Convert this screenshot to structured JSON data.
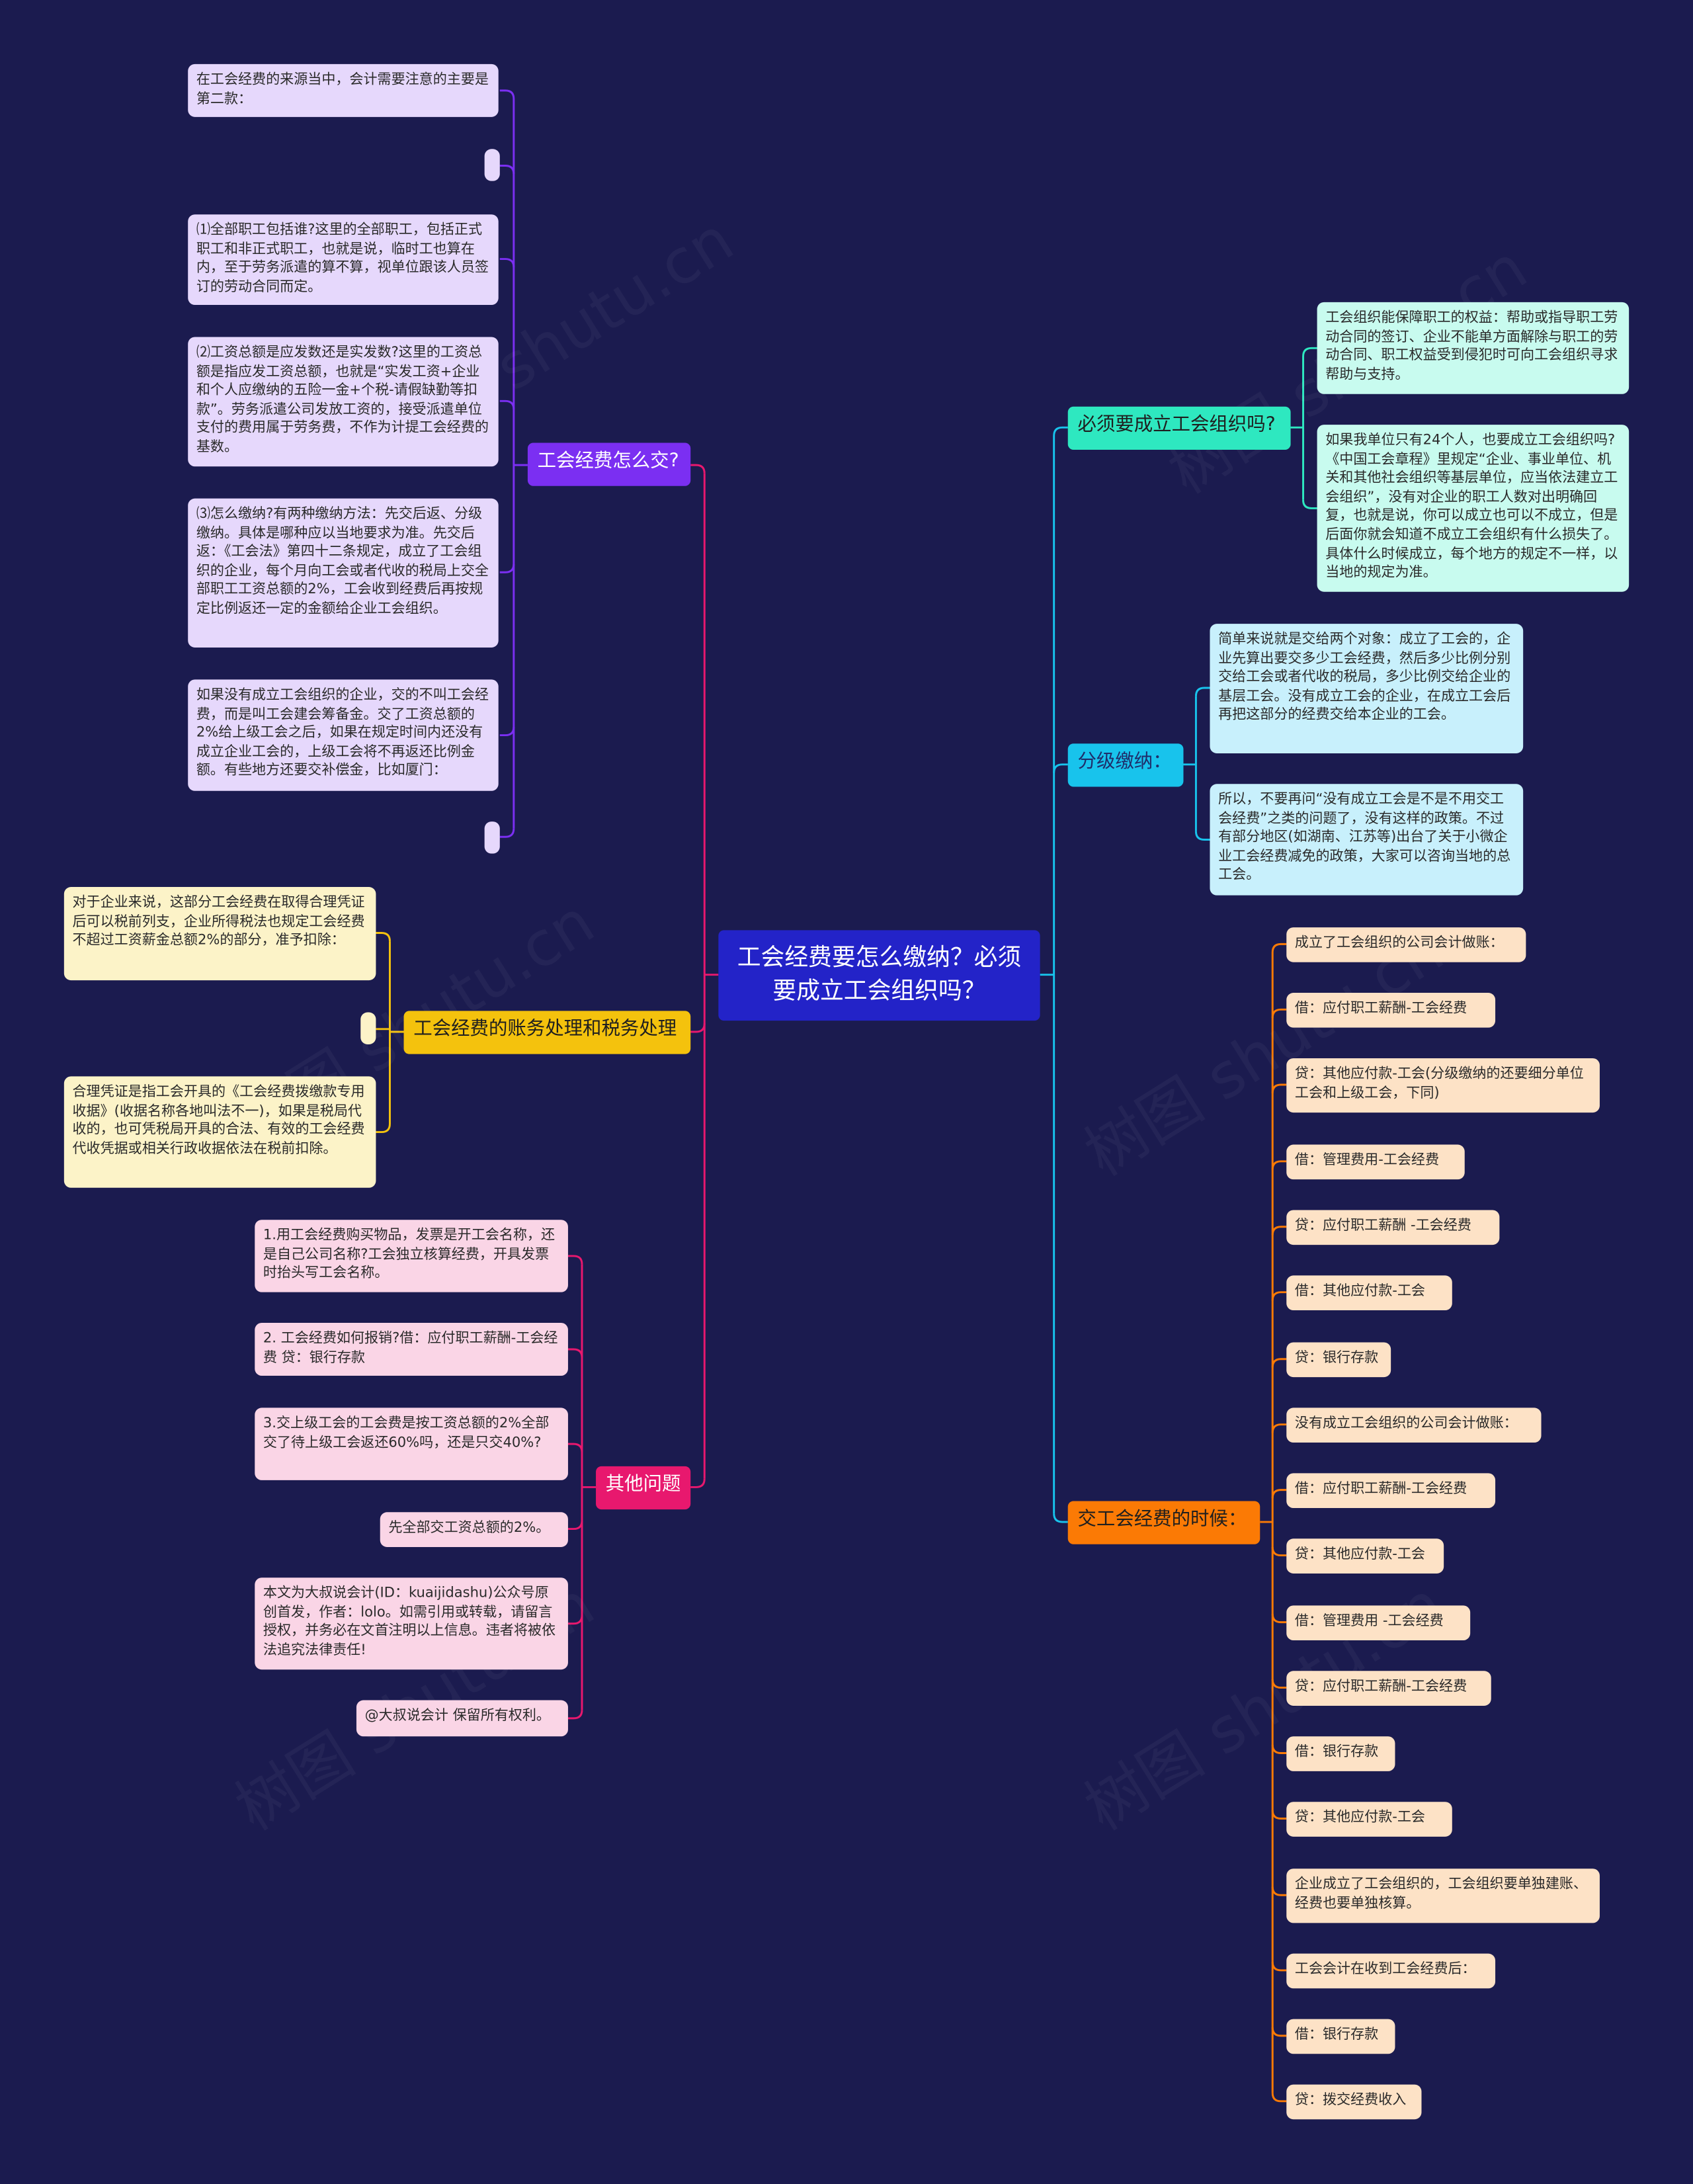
{
  "root": "工会经费要怎么缴纳？必须要成立工会组织吗？",
  "watermark": "树图 shutu.cn",
  "colors": {
    "background": "#1b1b4f",
    "root": "#2323c8",
    "purple": "#7b2ff2",
    "yellow": "#f4c20d",
    "pink": "#e8186e",
    "teal": "#2ee8c0",
    "cyan": "#18c3ec",
    "orange": "#fb7a05"
  },
  "branches": {
    "how_to_pay": {
      "label": "工会经费怎么交?",
      "items": [
        "在工会经费的来源当中，会计需要注意的主要是第二款：",
        "",
        "⑴全部职工包括谁?这里的全部职工，包括正式职工和非正式职工，也就是说，临时工也算在内，至于劳务派遣的算不算，视单位跟该人员签订的劳动合同而定。",
        "⑵工资总额是应发数还是实发数?这里的工资总额是指应发工资总额，也就是“实发工资+企业和个人应缴纳的五险一金+个税-请假缺勤等扣款”。劳务派遣公司发放工资的，接受派遣单位支付的费用属于劳务费，不作为计提工会经费的基数。",
        "⑶怎么缴纳?有两种缴纳方法：先交后返、分级缴纳。具体是哪种应以当地要求为准。先交后返：《工会法》第四十二条规定，成立了工会组织的企业，每个月向工会或者代收的税局上交全部职工工资总额的2%，工会收到经费后再按规定比例返还一定的金额给企业工会组织。",
        "如果没有成立工会组织的企业，交的不叫工会经费，而是叫工会建会筹备金。交了工资总额的2%给上级工会之后，如果在规定时间内还没有成立企业工会的，上级工会将不再返还比例金额。有些地方还要交补偿金，比如厦门：",
        ""
      ]
    },
    "accounting": {
      "label": "工会经费的账务处理和税务处理",
      "items": [
        "对于企业来说，这部分工会经费在取得合理凭证后可以税前列支，企业所得税法也规定工会经费不超过工资薪金总额2%的部分，准予扣除：",
        "",
        "合理凭证是指工会开具的《工会经费拨缴款专用收据》(收据名称各地叫法不一)，如果是税局代收的，也可凭税局开具的合法、有效的工会经费代收凭据或相关行政收据依法在税前扣除。"
      ]
    },
    "other": {
      "label": "其他问题",
      "items": [
        "1.用工会经费购买物品，发票是开工会名称，还是自己公司名称?工会独立核算经费，开具发票时抬头写工会名称。",
        "2. 工会经费如何报销?借：应付职工薪酬-工会经费 贷：银行存款",
        "3.交上级工会的工会费是按工资总额的2%全部交了待上级工会返还60%吗，还是只交40%?",
        "先全部交工资总额的2%。",
        "本文为大叔说会计(ID：kuaijidashu)公众号原创首发，作者：lolo。如需引用或转载，请留言授权，并务必在文首注明以上信息。违者将被依法追究法律责任!",
        "@大叔说会计 保留所有权利。"
      ]
    },
    "must_establish": {
      "label": "必须要成立工会组织吗?",
      "items": [
        "工会组织能保障职工的权益：帮助或指导职工劳动合同的签订、企业不能单方面解除与职工的劳动合同、职工权益受到侵犯时可向工会组织寻求帮助与支持。",
        "如果我单位只有24个人，也要成立工会组织吗?《中国工会章程》里规定“企业、事业单位、机关和其他社会组织等基层单位，应当依法建立工会组织”，没有对企业的职工人数对出明确回复，也就是说，你可以成立也可以不成立，但是后面你就会知道不成立工会组织有什么损失了。具体什么时候成立，每个地方的规定不一样，以当地的规定为准。"
      ]
    },
    "tiered": {
      "label": "分级缴纳：",
      "items": [
        "简单来说就是交给两个对象：成立了工会的，企业先算出要交多少工会经费，然后多少比例分别交给工会或者代收的税局，多少比例交给企业的基层工会。没有成立工会的企业，在成立工会后再把这部分的经费交给本企业的工会。",
        "所以，不要再问“没有成立工会是不是不用交工会经费”之类的问题了，没有这样的政策。不过有部分地区(如湖南、江苏等)出台了关于小微企业工会经费减免的政策，大家可以咨询当地的总工会。"
      ]
    },
    "when_paying": {
      "label": "交工会经费的时候：",
      "items": [
        "成立了工会组织的公司会计做账：",
        "借：应付职工薪酬-工会经费",
        "贷：其他应付款-工会(分级缴纳的还要细分单位工会和上级工会，下同)",
        "借：管理费用-工会经费",
        "贷：应付职工薪酬 -工会经费",
        "借：其他应付款-工会",
        "贷：银行存款",
        "没有成立工会组织的公司会计做账：",
        "借：应付职工薪酬-工会经费",
        "贷：其他应付款-工会",
        "借：管理费用 -工会经费",
        "贷：应付职工薪酬-工会经费",
        "借：银行存款",
        "贷：其他应付款-工会",
        "企业成立了工会组织的，工会组织要单独建账、经费也要单独核算。",
        "工会会计在收到工会经费后：",
        "借：银行存款",
        "贷：拨交经费收入"
      ]
    }
  }
}
